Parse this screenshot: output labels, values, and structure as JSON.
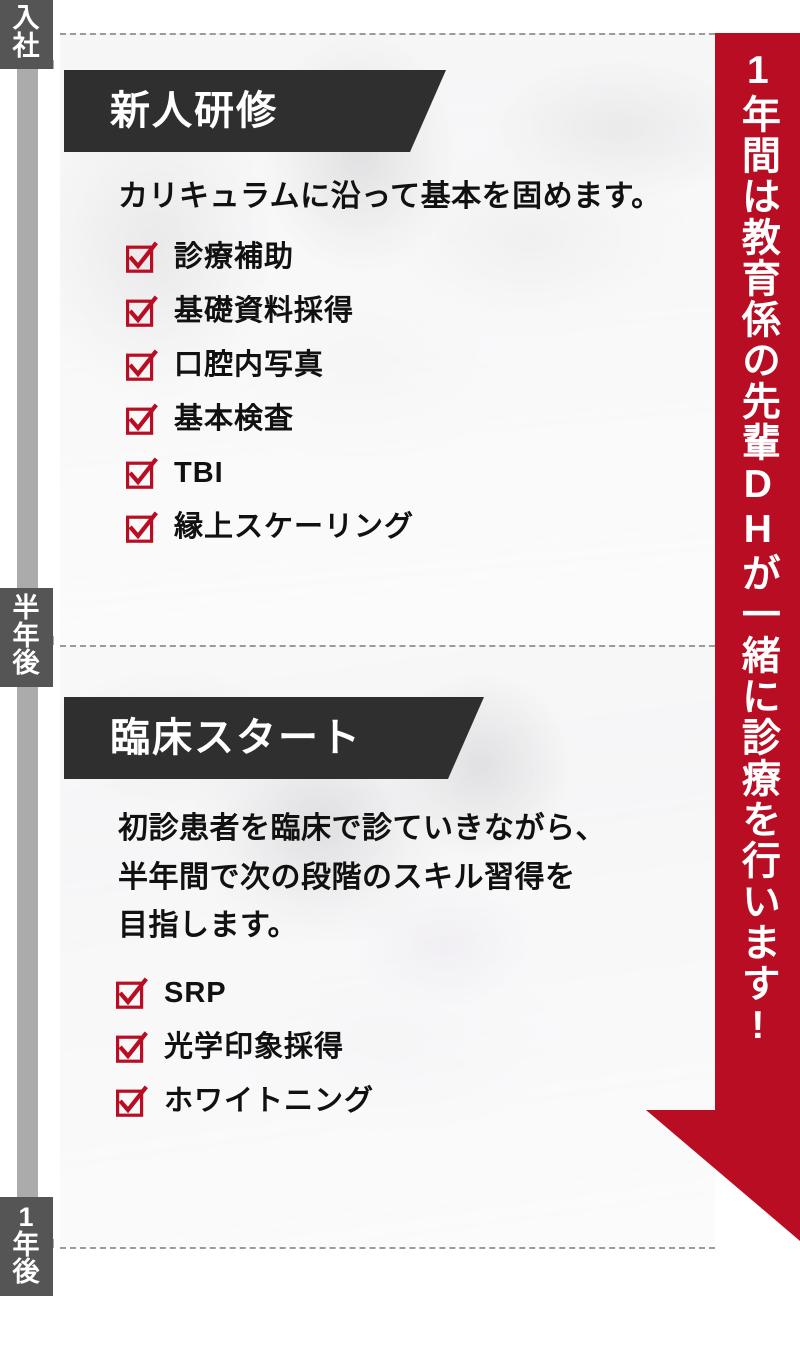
{
  "timeline": {
    "stages": [
      {
        "id": "join",
        "label": "入社",
        "chars": [
          "入",
          "社"
        ]
      },
      {
        "id": "half",
        "label": "半年後",
        "chars": [
          "半",
          "年",
          "後"
        ]
      },
      {
        "id": "one_year",
        "label": "1年後",
        "chars": [
          "1",
          "年",
          "後"
        ]
      }
    ]
  },
  "sections": [
    {
      "id": "rookie-training",
      "title": "新人研修",
      "lead": [
        "カリキュラムに沿って基本を固めます。"
      ],
      "items": [
        "診療補助",
        "基礎資料採得",
        "口腔内写真",
        "基本検査",
        "TBI",
        "縁上スケーリング"
      ]
    },
    {
      "id": "clinical-start",
      "title": "臨床スタート",
      "lead": [
        "初診患者を臨床で診ていきながら、",
        "半年間で次の段階のスキル習得を",
        "目指します。"
      ],
      "items": [
        "SRP",
        "光学印象採得",
        "ホワイトニング"
      ]
    }
  ],
  "red_banner": {
    "text": "1年間は教育係の先輩DHが一緒に診療を行います!"
  },
  "colors": {
    "accent_red": "#b80d22",
    "banner_dark": "#2f2f2f",
    "chip_gray": "#555555",
    "rail_gray": "#ababab",
    "text_dark": "#111111",
    "dash_gray": "#9b9b9b"
  },
  "icons": {
    "checkbox": "checkbox-checked-icon",
    "arrow": "arrow-down-left-icon"
  }
}
